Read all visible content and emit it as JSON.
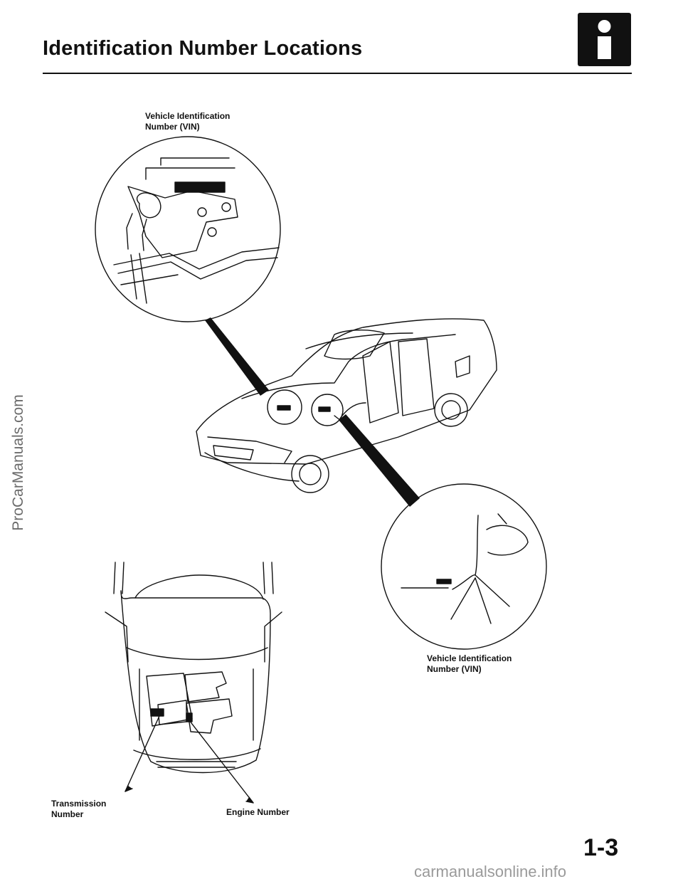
{
  "header": {
    "title": "Identification Number Locations"
  },
  "labels": {
    "vin_top": [
      "Vehicle Identification",
      "Number (VIN)"
    ],
    "vin_bottom": [
      "Vehicle Identification",
      "Number (VIN)"
    ],
    "transmission": [
      "Transmission",
      "Number"
    ],
    "engine": "Engine Number"
  },
  "icons": {
    "info_badge": "info-icon"
  },
  "page_number": "1-3",
  "watermarks": {
    "side": "ProCarManuals.com",
    "footer": "carmanualsonline.info"
  }
}
